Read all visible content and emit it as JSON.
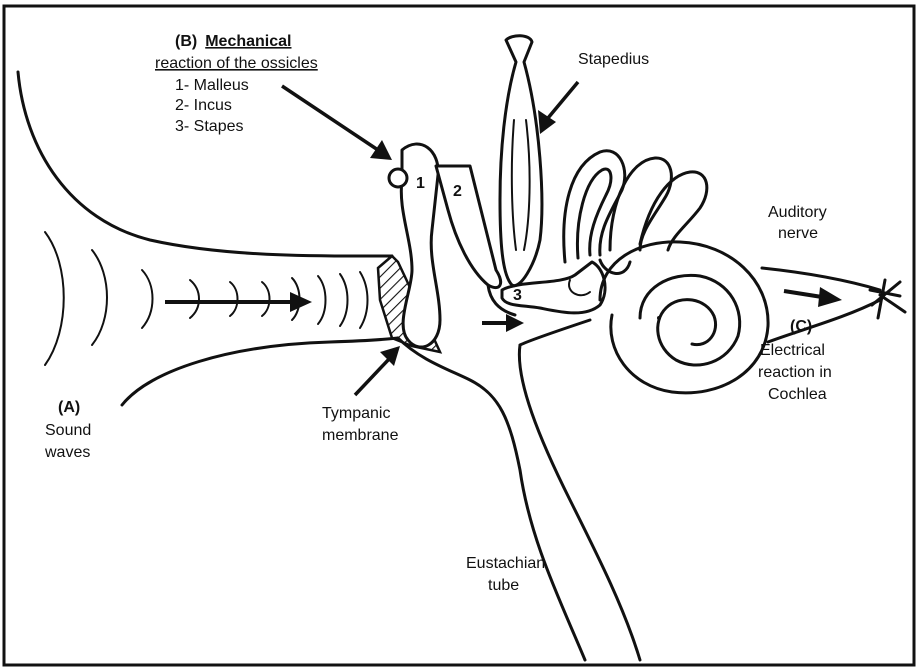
{
  "diagram": {
    "mechanical": {
      "heading_letter": "(B)",
      "heading_word": "Mechanical",
      "subheading": "reaction of the ossicles",
      "items": [
        "1- Malleus",
        "2- Incus",
        "3- Stapes"
      ]
    },
    "stapedius": "Stapedius",
    "auditory_nerve": [
      "Auditory",
      "nerve"
    ],
    "sound": [
      "(A)",
      "Sound",
      "waves"
    ],
    "tympanic": [
      "Tympanic",
      "membrane"
    ],
    "electrical": [
      "(C)",
      "Electrical",
      "reaction in",
      "Cochlea"
    ],
    "eustachian": [
      "Eustachian",
      "tube"
    ],
    "ossicle_numbers": [
      "1",
      "2",
      "3"
    ]
  }
}
